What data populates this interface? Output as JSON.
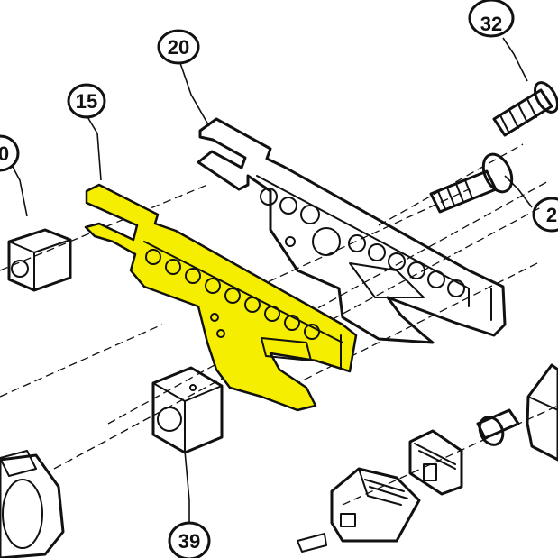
{
  "diagram": {
    "callouts": {
      "c15": "15",
      "c20": "20",
      "c32": "32",
      "c2": "2",
      "c10": "0",
      "c39": "39"
    },
    "colors": {
      "highlight": "#f5ee00",
      "ink": "#111111",
      "background": "#ffffff"
    }
  }
}
